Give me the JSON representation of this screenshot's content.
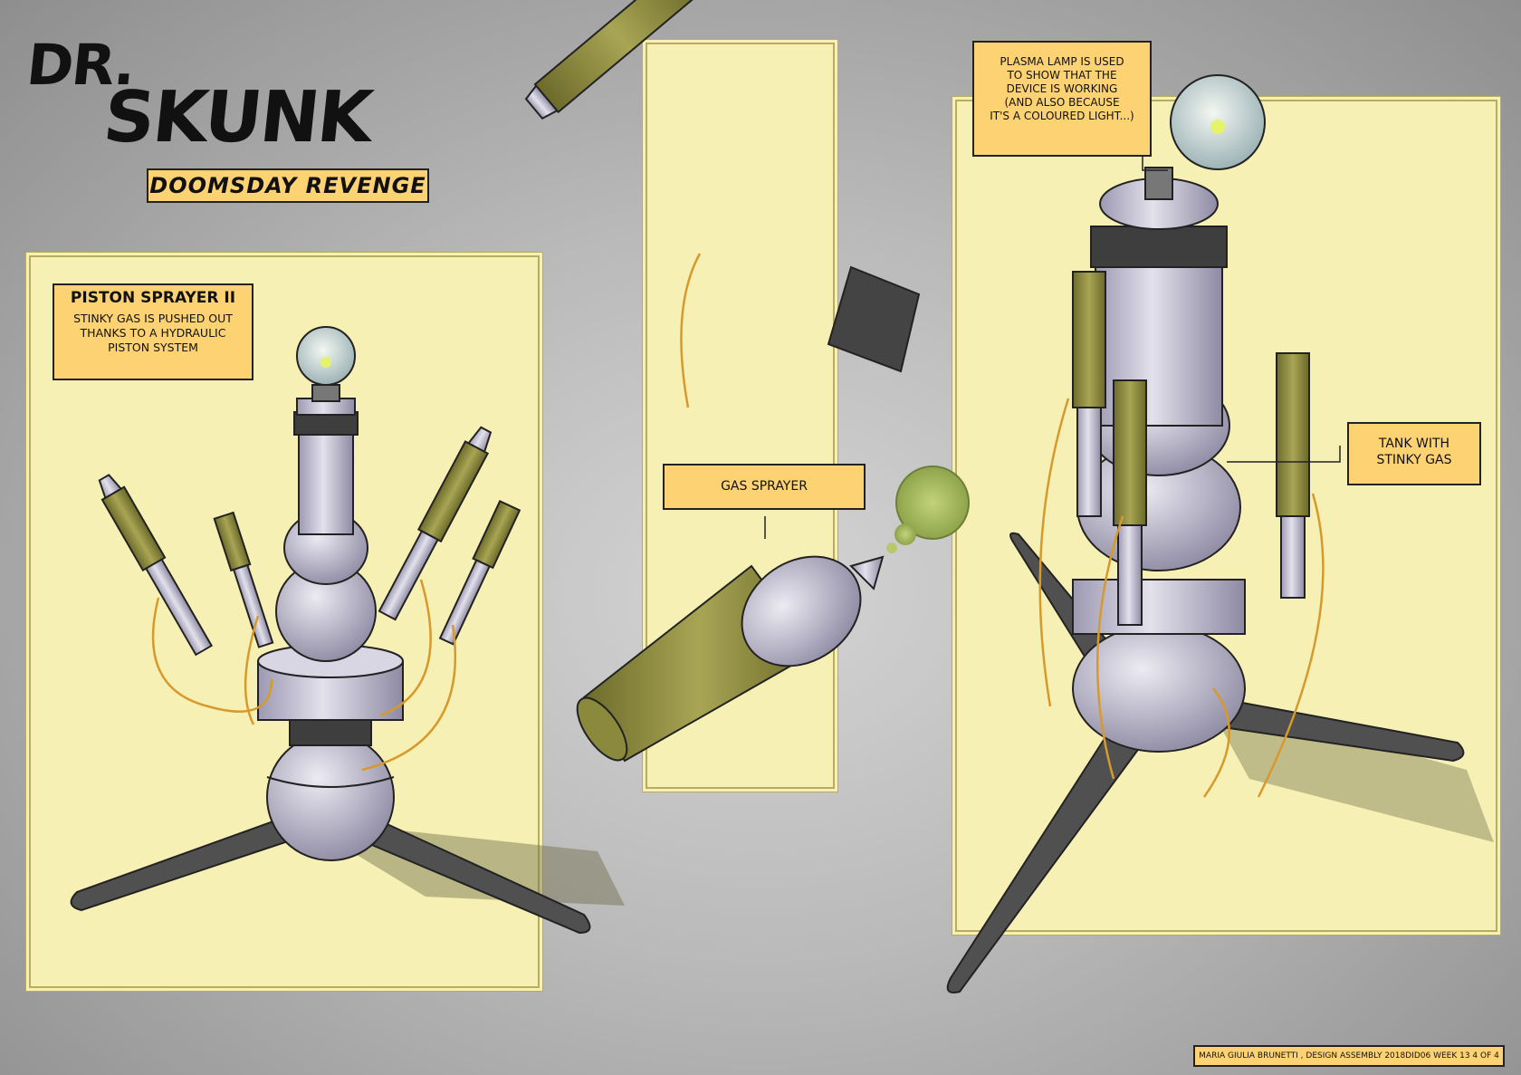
{
  "title": {
    "logo_dr": "DR.",
    "logo_skunk": "SKUNK",
    "subtitle": "DOOMSDAY REVENGE"
  },
  "callouts": {
    "piston_title": "PISTON SPRAYER II",
    "piston_desc_1": "STINKY GAS IS PUSHED OUT",
    "piston_desc_2": "THANKS TO A HYDRAULIC",
    "piston_desc_3": "PISTON SYSTEM",
    "gas_sprayer": "GAS SPRAYER",
    "plasma_1": "PLASMA LAMP IS USED",
    "plasma_2": "TO SHOW THAT THE",
    "plasma_3": "DEVICE IS WORKING",
    "plasma_4": "(AND ALSO BECAUSE",
    "plasma_5": "IT'S A COLOURED LIGHT...)",
    "tank_1": "TANK WITH",
    "tank_2": "STINKY GAS"
  },
  "footer": {
    "credit": "MARIA GIULIA BRUNETTI , DESIGN ASSEMBLY  2018DID06  WEEK 13  4 OF 4"
  },
  "colors": {
    "panel": "#f7f0b4",
    "label": "#fdd272",
    "olive": "#8a8a3a",
    "metal": "#c9c6d6"
  }
}
